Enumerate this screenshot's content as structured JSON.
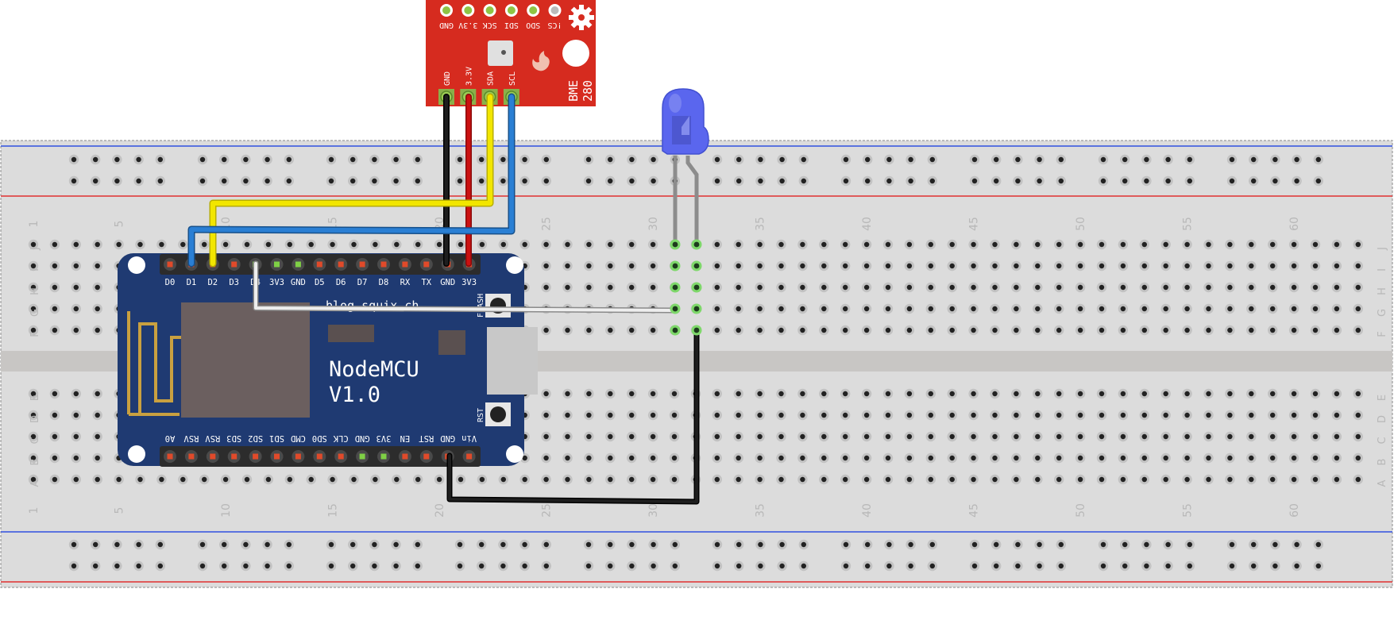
{
  "breadboard": {
    "row_letters": [
      "J",
      "I",
      "H",
      "G",
      "F",
      "E",
      "D",
      "C",
      "B",
      "A"
    ],
    "column_numbers": [
      "1",
      "5",
      "10",
      "15",
      "20",
      "25",
      "30",
      "35",
      "40",
      "45",
      "50",
      "55",
      "60"
    ],
    "column_count": 63
  },
  "nodemcu": {
    "title_line1": "NodeMCU",
    "title_line2": "V1.0",
    "top_pins": [
      "D0",
      "D1",
      "D2",
      "D3",
      "D4",
      "3V3",
      "GND",
      "D5",
      "D6",
      "D7",
      "D8",
      "RX",
      "TX",
      "GND",
      "3V3"
    ],
    "bottom_pins": [
      "A0",
      "RSV",
      "RSV",
      "SD3",
      "SD2",
      "SD1",
      "CMD",
      "SD0",
      "CLK",
      "GND",
      "3V3",
      "EN",
      "RST",
      "GND",
      "Vin"
    ],
    "flash_label": "FLASH",
    "rst_label": "RST",
    "silk_text": "blog.squix.ch"
  },
  "bme280": {
    "bottom_pins": [
      "GND",
      "3.3V",
      "SDA",
      "SCL"
    ],
    "top_pins": [
      "GND",
      "3.3V",
      "SCK",
      "SDI",
      "SDO",
      "!CS"
    ],
    "label_line1": "BME",
    "label_line2": "280"
  },
  "led": {
    "color": "#5a66ee"
  },
  "colors": {
    "wire_gnd": "#1e1e1e",
    "wire_3v3": "#cc1111",
    "wire_sda": "#f2e600",
    "wire_scl": "#2a7fd4",
    "wire_d4": "#eeeeee",
    "board_red": "#d62b1f",
    "mcu_blue": "#1f3a72",
    "breadboard": "#dcdcdc",
    "rail_red": "#e03030",
    "rail_blue": "#3050e0"
  }
}
